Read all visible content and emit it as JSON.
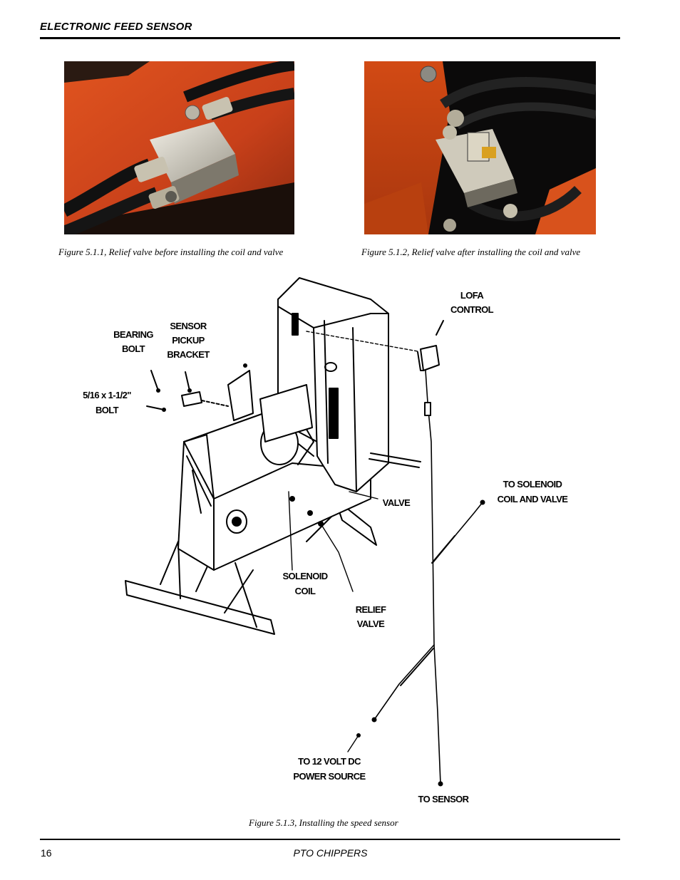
{
  "header": {
    "section_title": "ELECTRONIC FEED SENSOR"
  },
  "figures": {
    "fig1_caption": "Figure 5.1.1, Relief valve before installing the coil and valve",
    "fig2_caption": "Figure 5.1.2, Relief valve after installing the coil and valve",
    "fig3_caption": "Figure 5.1.3, Installing the speed sensor"
  },
  "diagram_labels": {
    "bearing_1": "BEARING",
    "bearing_2": "BOLT",
    "sensor_1": "SENSOR",
    "sensor_2": "PICKUP",
    "sensor_3": "BRACKET",
    "bolt_1": "5/16 x 1-1/2\"",
    "bolt_2": "BOLT",
    "lofa_1": "LOFA",
    "lofa_2": "CONTROL",
    "tosol_1": "TO SOLENOID",
    "tosol_2": "COIL AND VALVE",
    "valve": "VALVE",
    "coil_1": "SOLENOID",
    "coil_2": "COIL",
    "relief_1": "RELIEF",
    "relief_2": "VALVE",
    "power_1": "TO 12 VOLT DC",
    "power_2": "POWER SOURCE",
    "tosensor": "TO SENSOR"
  },
  "footer": {
    "page_number": "16",
    "doc_title": "PTO CHIPPERS"
  }
}
